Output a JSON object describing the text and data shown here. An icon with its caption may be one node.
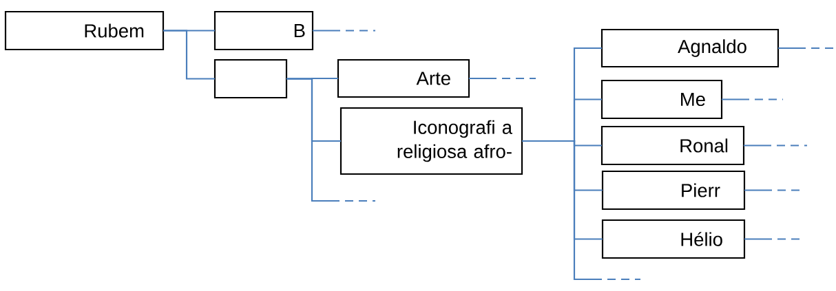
{
  "diagram": {
    "nodes": [
      {
        "text": [
          "Rubem"
        ]
      },
      {
        "text": [
          "B"
        ]
      },
      {
        "text": [],
        "shape": "box"
      },
      {
        "text": [
          "Arte"
        ]
      },
      {
        "text": [
          "Iconografi a religiosa afro-"
        ]
      },
      {
        "text": [
          "Agnaldo"
        ]
      },
      {
        "text": [
          "Me"
        ]
      },
      {
        "text": [
          "Ronal"
        ]
      },
      {
        "text": [
          "Pierr"
        ]
      },
      {
        "text": [
          "Hélio"
        ]
      }
    ],
    "edges": [
      {
        "from": 0,
        "to": 1,
        "arrow": "none"
      },
      {
        "from": 0,
        "to": 2,
        "arrow": "none"
      },
      {
        "from": 1,
        "to": null,
        "arrow": "none",
        "style": "dashed"
      },
      {
        "from": 2,
        "to": 3,
        "arrow": "none"
      },
      {
        "from": 2,
        "to": 4,
        "arrow": "none"
      },
      {
        "from": 2,
        "to": null,
        "arrow": "none",
        "style": "dashed"
      },
      {
        "from": 3,
        "to": null,
        "arrow": "none",
        "style": "dashed"
      },
      {
        "from": 4,
        "to": 5,
        "arrow": "none"
      },
      {
        "from": 4,
        "to": 6,
        "arrow": "none"
      },
      {
        "from": 4,
        "to": 7,
        "arrow": "none"
      },
      {
        "from": 4,
        "to": 8,
        "arrow": "none"
      },
      {
        "from": 4,
        "to": 9,
        "arrow": "none"
      },
      {
        "from": 4,
        "to": null,
        "arrow": "none",
        "style": "dashed"
      },
      {
        "from": 5,
        "to": null,
        "arrow": "none",
        "style": "dashed"
      },
      {
        "from": 6,
        "to": null,
        "arrow": "none",
        "style": "dashed"
      },
      {
        "from": 7,
        "to": null,
        "arrow": "none",
        "style": "dashed"
      },
      {
        "from": 8,
        "to": null,
        "arrow": "none",
        "style": "dashed"
      },
      {
        "from": 9,
        "to": null,
        "arrow": "none",
        "style": "dashed"
      }
    ]
  }
}
